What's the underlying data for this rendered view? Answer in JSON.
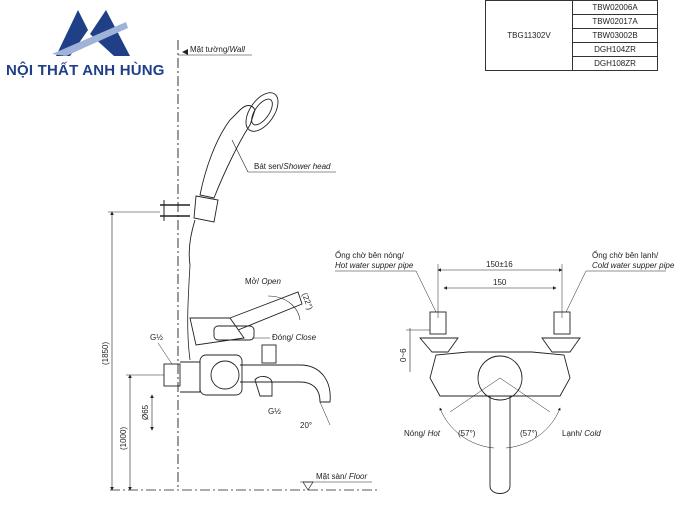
{
  "brand": {
    "name": "NỘI THẤT ANH HÙNG",
    "logo_color": "#1f3f86"
  },
  "parts_table": {
    "model": "TBG11302V",
    "parts": [
      "TBW02006A",
      "TBW02017A",
      "TBW03002B",
      "DGH104ZR",
      "DGH108ZR"
    ]
  },
  "labels": {
    "wall": "Mặt tường/",
    "wall_en": "Wall",
    "shower_head": "Bát sen/",
    "shower_head_en": "Shower head",
    "open": "Mở/ ",
    "open_en": "Open",
    "close": "Đóng/ ",
    "close_en": "Close",
    "floor": "Mặt sàn/ ",
    "floor_en": "Floor",
    "hot_pipe": "Ống chờ bên nóng/",
    "hot_pipe_en": "Hot water supper pipe",
    "cold_pipe": "Ống chờ bên lạnh/",
    "cold_pipe_en": "Cold water supper pipe",
    "hot": "Nóng/ ",
    "hot_en": "Hot",
    "cold": "Lạnh/ ",
    "cold_en": "Cold"
  },
  "dimensions": {
    "h1850": "(1850)",
    "h1000": "(1000)",
    "d65": "Ø65",
    "g12_a": "G½",
    "g12_b": "G½",
    "angle22": "(22°)",
    "angle20": "20°",
    "w150tol": "150±16",
    "w150": "150",
    "off06": "0~6",
    "angle57_left": "(57°)",
    "angle57_right": "(57°)"
  }
}
